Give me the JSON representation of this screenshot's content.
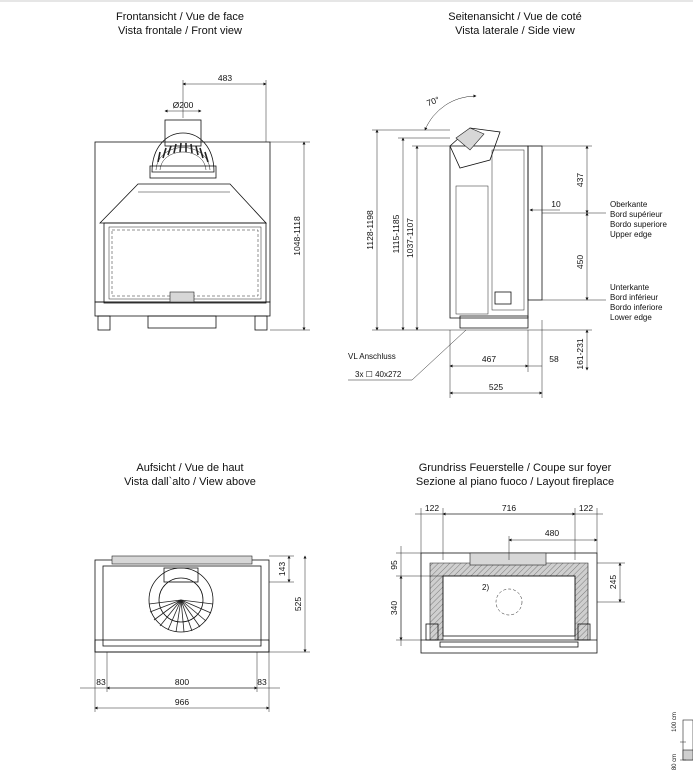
{
  "views": {
    "front": {
      "title_line1": "Frontansicht / Vue de face",
      "title_line2": "Vista frontale / Front view",
      "dims": {
        "flue_offset": "483",
        "flue_diameter": "Ø200",
        "height": "1048-1118"
      }
    },
    "side": {
      "title_line1": "Seitenansicht / Vue de coté",
      "title_line2": "Vista laterale / Side view",
      "dims": {
        "angle": "70°",
        "h_total": "1128-1198",
        "h_mid": "1115-1185",
        "h_inner": "1037-1107",
        "top_offset": "10",
        "upper_span": "437",
        "opening_span": "450",
        "bottom_span": "161-231",
        "depth_inner": "467",
        "depth_front": "58",
        "depth_total": "525"
      },
      "labels": {
        "upper_edge": [
          "Oberkante",
          "Bord supérieur",
          "Bordo superiore",
          "Upper edge"
        ],
        "lower_edge": [
          "Unterkante",
          "Bord inférieur",
          "Bordo inferiore",
          "Lower edge"
        ],
        "connection": "VL Anschluss",
        "connection_spec": "3x ☐ 40x272"
      }
    },
    "top": {
      "title_line1": "Aufsicht / Vue de haut",
      "title_line2": "Vista dall`alto / View above",
      "dims": {
        "flue_depth": "143",
        "depth": "525",
        "side_left": "83",
        "inner": "800",
        "side_right": "83",
        "width": "966"
      }
    },
    "plan": {
      "title_line1": "Grundriss Feuerstelle / Coupe sur foyer",
      "title_line2": "Sezione al piano fuoco / Layout fireplace",
      "dims": {
        "left": "122",
        "inner": "716",
        "right": "122",
        "half": "480",
        "rear": "95",
        "depth": "340",
        "flue": "245"
      },
      "note": "2)"
    }
  },
  "scale": {
    "label_top": "100 cm",
    "label_bottom": "80 cm"
  }
}
